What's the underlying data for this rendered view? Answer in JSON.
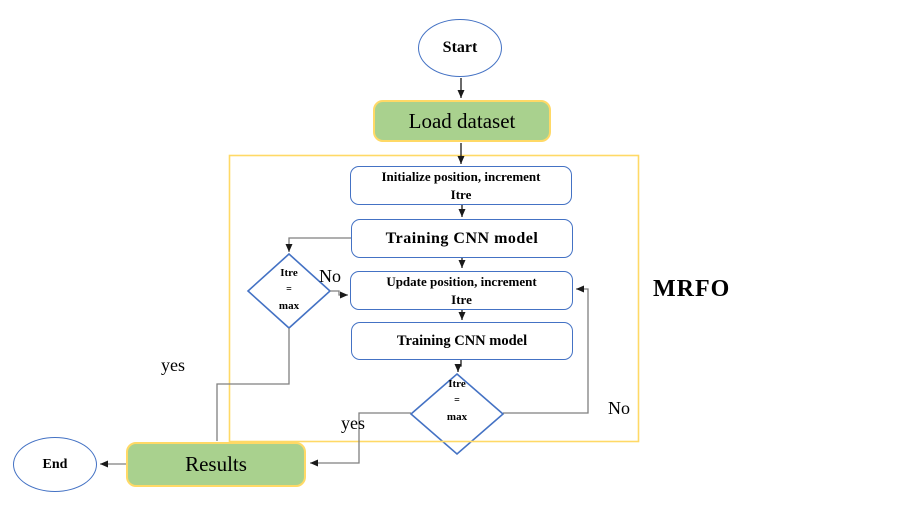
{
  "flowchart": {
    "group_label": "MRFO",
    "nodes": {
      "start": "Start",
      "load_dataset": "Load dataset",
      "initialize_line1": "Initialize position, increment",
      "initialize_line2": "Itre",
      "training_cnn_1": "Training CNN model",
      "update_line1": "Update position, increment",
      "update_line2": "Itre",
      "training_cnn_2": "Training CNN model",
      "decision_left_line1": "Itre",
      "decision_left_line2": "=",
      "decision_left_line3": "max",
      "decision_bottom_line1": "Itre",
      "decision_bottom_line2": "=",
      "decision_bottom_line3": "max",
      "results": "Results",
      "end": "End"
    },
    "edge_labels": {
      "no_left": "No",
      "no_right": "No",
      "yes_left": "yes",
      "yes_bottom": "yes"
    },
    "colors": {
      "node_border_blue": "#4472c4",
      "green_fill": "#a9d18e",
      "gold_border": "#ffd966",
      "connector_gray": "#7f7f7f",
      "arrow_black": "#1a1a1a"
    }
  }
}
